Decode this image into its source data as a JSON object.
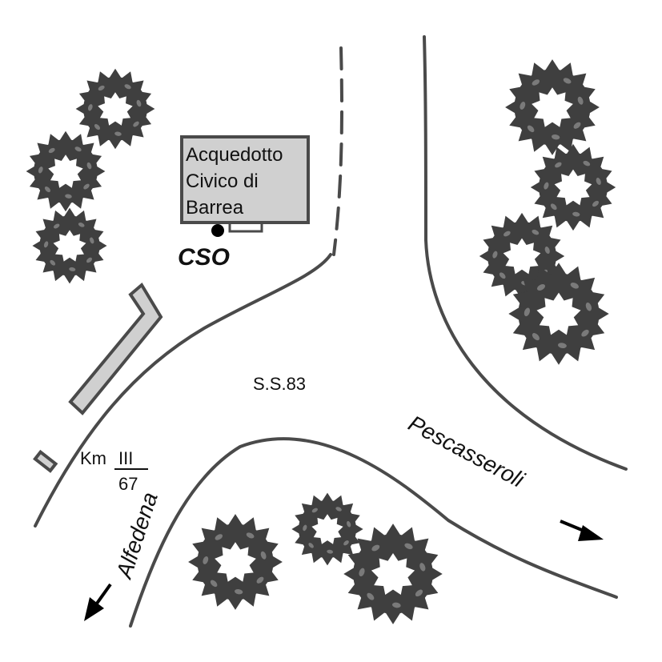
{
  "map": {
    "building": {
      "name_lines": [
        "Acquedotto",
        "Civico di",
        "Barrea"
      ]
    },
    "station_label": "CSO",
    "road_label": "S.S.83",
    "km_marker": {
      "prefix": "Km",
      "top": "III",
      "bottom": "67"
    },
    "directions": {
      "left": "Alfedena",
      "right": "Pescasseroli"
    },
    "colors": {
      "line": "#4a4a4a",
      "building_fill": "#d0d0d0",
      "tree_fill": "#3f3f3f",
      "tree_leaf_light": "#6a6a6a",
      "text": "#111111"
    },
    "icons": {
      "tree": "tree-icon",
      "arrow": "arrow-icon",
      "station": "station-dot-icon"
    }
  }
}
